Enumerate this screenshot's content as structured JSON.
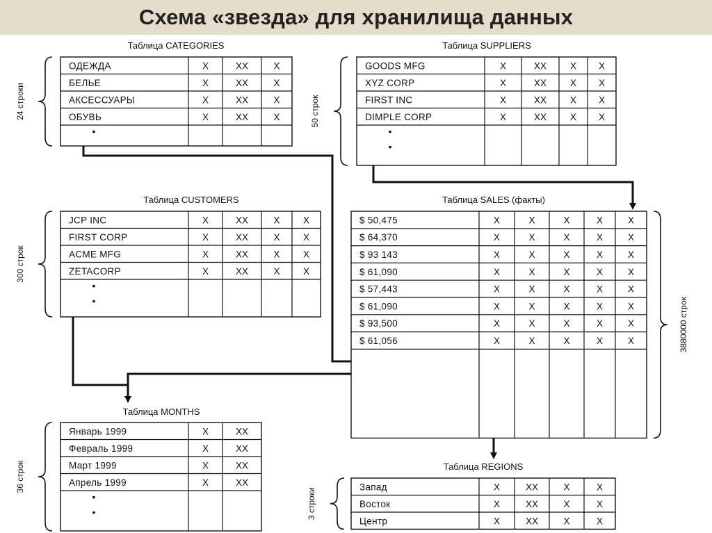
{
  "title": "Схема «звезда» для хранилища данных",
  "tables": {
    "categories": {
      "caption": "Таблица CATEGORIES",
      "row_count_label": "24 строки",
      "rows": [
        [
          "ОДЕЖДА",
          "X",
          "XX",
          "X"
        ],
        [
          "БЕЛЬЕ",
          "X",
          "XX",
          "X"
        ],
        [
          "АКСЕССУАРЫ",
          "X",
          "XX",
          "X"
        ],
        [
          "ОБУВЬ",
          "X",
          "XX",
          "X"
        ]
      ],
      "ellipsis": [
        "•"
      ]
    },
    "suppliers": {
      "caption": "Таблица SUPPLIERS",
      "row_count_label": "50 строк",
      "rows": [
        [
          "GOODS MFG",
          "X",
          "XX",
          "X",
          "X"
        ],
        [
          "XYZ CORP",
          "X",
          "XX",
          "X",
          "X"
        ],
        [
          "FIRST INC",
          "X",
          "XX",
          "X",
          "X"
        ],
        [
          "DIMPLE CORP",
          "X",
          "XX",
          "X",
          "X"
        ]
      ],
      "ellipsis": [
        "•",
        "•"
      ]
    },
    "customers": {
      "caption": "Таблица CUSTOMERS",
      "row_count_label": "300 строк",
      "rows": [
        [
          "JCP INC",
          "X",
          "XX",
          "X",
          "X"
        ],
        [
          "FIRST CORP",
          "X",
          "XX",
          "X",
          "X"
        ],
        [
          "ACME MFG",
          "X",
          "XX",
          "X",
          "X"
        ],
        [
          "ZETACORP",
          "X",
          "XX",
          "X",
          "X"
        ]
      ],
      "ellipsis": [
        "•",
        "•"
      ]
    },
    "sales": {
      "caption": "Таблица SALES (факты)",
      "row_count_label": "3880000 строк",
      "rows": [
        [
          "$ 50,475",
          "X",
          "X",
          "X",
          "X",
          "X"
        ],
        [
          "$ 64,370",
          "X",
          "X",
          "X",
          "X",
          "X"
        ],
        [
          "$ 93 143",
          "X",
          "X",
          "X",
          "X",
          "X"
        ],
        [
          "$ 61,090",
          "X",
          "X",
          "X",
          "X",
          "X"
        ],
        [
          "$ 57,443",
          "X",
          "X",
          "X",
          "X",
          "X"
        ],
        [
          "$ 61,090",
          "X",
          "X",
          "X",
          "X",
          "X"
        ],
        [
          "$ 93,500",
          "X",
          "X",
          "X",
          "X",
          "X"
        ],
        [
          "$ 61,056",
          "X",
          "X",
          "X",
          "X",
          "X"
        ]
      ]
    },
    "months": {
      "caption": "Таблица MONTHS",
      "row_count_label": "36 строк",
      "rows": [
        [
          "Январь 1999",
          "X",
          "XX"
        ],
        [
          "Февраль 1999",
          "X",
          "XX"
        ],
        [
          "Март 1999",
          "X",
          "XX"
        ],
        [
          "Апрель 1999",
          "X",
          "XX"
        ]
      ],
      "ellipsis": [
        "•",
        "•"
      ]
    },
    "regions": {
      "caption": "Таблица REGIONS",
      "row_count_label": "3 строки",
      "rows": [
        [
          "Запад",
          "X",
          "XX",
          "X",
          "X"
        ],
        [
          "Восток",
          "X",
          "XX",
          "X",
          "X"
        ],
        [
          "Центр",
          "X",
          "XX",
          "X",
          "X"
        ]
      ]
    }
  }
}
